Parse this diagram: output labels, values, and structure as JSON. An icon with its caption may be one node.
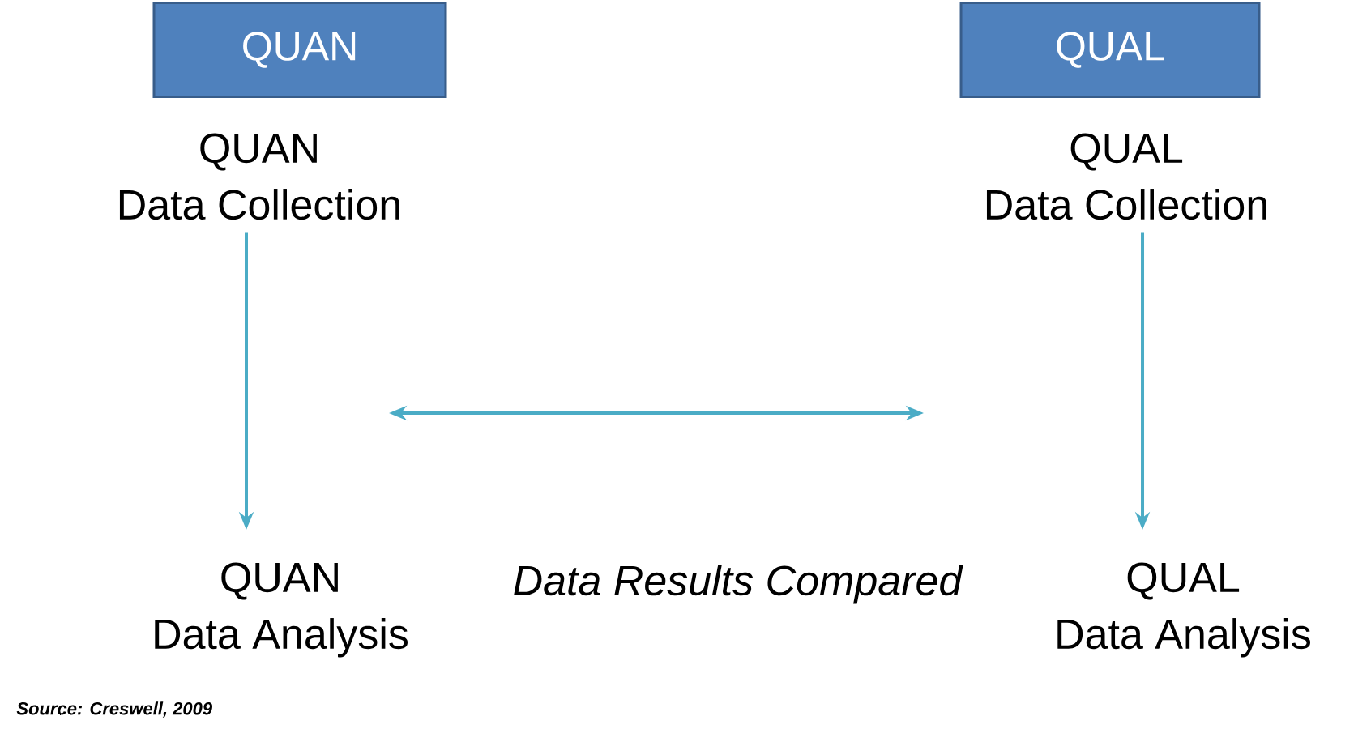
{
  "diagram": {
    "caption": "Source: Creswell, 2009",
    "nodes": [
      {
        "text": [
          "QUAN"
        ]
      },
      {
        "text": [
          "QUAL"
        ]
      },
      {
        "text": [
          "QUAN",
          "Data Collection"
        ]
      },
      {
        "text": [
          "QUAL",
          "Data Collection"
        ]
      },
      {
        "text": [
          "QUAN",
          "Data Analysis"
        ]
      },
      {
        "text": [
          "QUAL",
          "Data Analysis"
        ]
      }
    ],
    "edges": [
      {
        "from": 2,
        "to": 4,
        "arrow": "to"
      },
      {
        "from": 3,
        "to": 5,
        "arrow": "to"
      }
    ],
    "labels": [
      "Data Results Compared"
    ]
  }
}
